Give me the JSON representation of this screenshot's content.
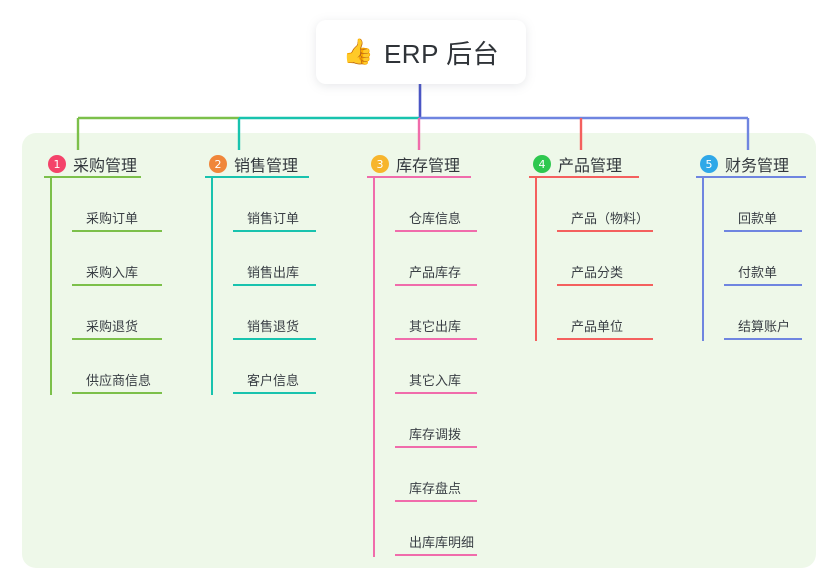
{
  "root": {
    "icon": "thumbs-up-emoji",
    "emoji": "👍",
    "title": "ERP 后台"
  },
  "palette": {
    "panel_bg": "#eef8e9",
    "card_bg": "#ffffff",
    "text": "#33383d",
    "root_stem": "#4a55c4",
    "green": "#7cc04a",
    "teal": "#18c3ae",
    "pink": "#f06cab",
    "red": "#f4605e",
    "blue": "#6f85e0",
    "badge1": "#f4436a",
    "badge2": "#f0863a",
    "badge3": "#f7b52c",
    "badge4": "#2ec84f",
    "badge5": "#2fa8e8"
  },
  "connector": {
    "segments": [
      {
        "name": "green-segment",
        "color": "#7cc04a"
      },
      {
        "name": "teal-segment",
        "color": "#18c3ae"
      },
      {
        "name": "blue-segment",
        "color": "#6f85e0"
      }
    ]
  },
  "branches": [
    {
      "number": "1",
      "label": "采购管理",
      "badge_color": "#f4436a",
      "line_color": "#7cc04a",
      "items": [
        "采购订单",
        "采购入库",
        "采购退货",
        "供应商信息"
      ]
    },
    {
      "number": "2",
      "label": "销售管理",
      "badge_color": "#f0863a",
      "line_color": "#18c3ae",
      "items": [
        "销售订单",
        "销售出库",
        "销售退货",
        "客户信息"
      ]
    },
    {
      "number": "3",
      "label": "库存管理",
      "badge_color": "#f7b52c",
      "line_color": "#f06cab",
      "items": [
        "仓库信息",
        "产品库存",
        "其它出库",
        "其它入库",
        "库存调拨",
        "库存盘点",
        "出库库明细"
      ]
    },
    {
      "number": "4",
      "label": "产品管理",
      "badge_color": "#2ec84f",
      "line_color": "#f4605e",
      "items": [
        "产品（物料）",
        "产品分类",
        "产品单位"
      ]
    },
    {
      "number": "5",
      "label": "财务管理",
      "badge_color": "#2fa8e8",
      "line_color": "#6f85e0",
      "items": [
        "回款单",
        "付款单",
        "结算账户"
      ]
    }
  ]
}
